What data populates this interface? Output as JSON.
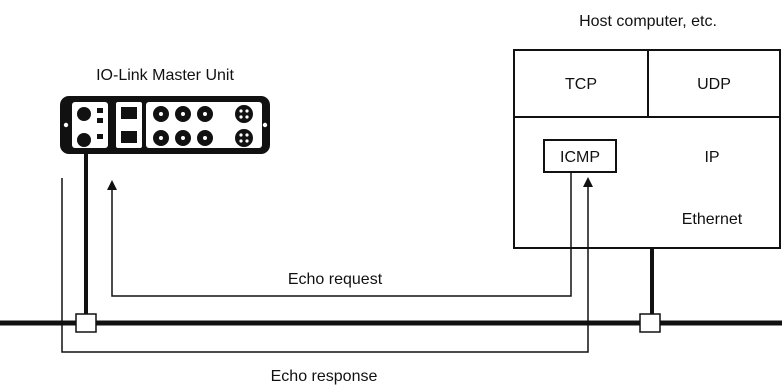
{
  "labels": {
    "host": "Host computer, etc.",
    "unit": "IO-Link Master Unit",
    "echo_request": "Echo request",
    "echo_response": "Echo response"
  },
  "stack": {
    "tcp": "TCP",
    "udp": "UDP",
    "icmp": "ICMP",
    "ip": "IP",
    "ethernet": "Ethernet"
  },
  "colors": {
    "line": "#111111",
    "device_body": "#111111",
    "connector_fill": "#ffffff",
    "connector_core": "#111111"
  }
}
